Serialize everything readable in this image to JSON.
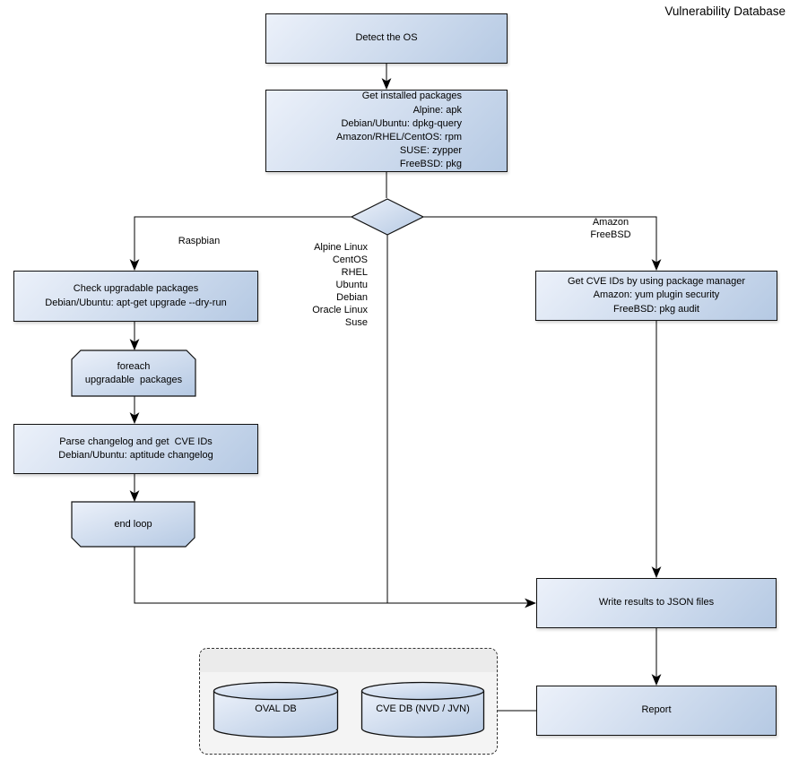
{
  "nodes": {
    "detect_os": "Detect the OS",
    "get_installed_packages": "Get installed packages\nAlpine: apk\nDebian/Ubuntu: dpkg-query\nAmazon/RHEL/CentOS: rpm\nSUSE: zypper\nFreeBSD: pkg",
    "check_upgradable_packages": "Check upgradable packages\nDebian/Ubuntu: apt-get upgrade --dry-run",
    "foreach_upgradable_packages": "foreach\nupgradable  packages",
    "parse_changelog": "Parse changelog and get  CVE IDs\nDebian/Ubuntu: aptitude changelog",
    "end_loop": "end loop",
    "get_cve_ids_by_package_manager": "Get CVE IDs by using package manager\nAmazon: yum plugin security\nFreeBSD: pkg audit",
    "write_results": "Write results to JSON files",
    "report": "Report"
  },
  "edge_labels": {
    "raspbian_branch": "Raspbian",
    "direct_os_list": "Alpine Linux\nCentOS\nRHEL\nUbuntu\nDebian\nOracle Linux\nSuse",
    "amazon_freebsd_branch": "Amazon\nFreeBSD"
  },
  "vulnerability_database": {
    "title": "Vulnerability Database",
    "oval_db": "OVAL DB",
    "cve_db": "CVE DB (NVD / JVN)"
  },
  "colors": {
    "node_gradient_start": "#ecf1fa",
    "node_gradient_end": "#b5c9e3",
    "shape_border": "#111111",
    "connector": "#000000",
    "container_fill": "#f4f4f4",
    "container_header_fill": "#ebebeb",
    "background": "#ffffff"
  }
}
